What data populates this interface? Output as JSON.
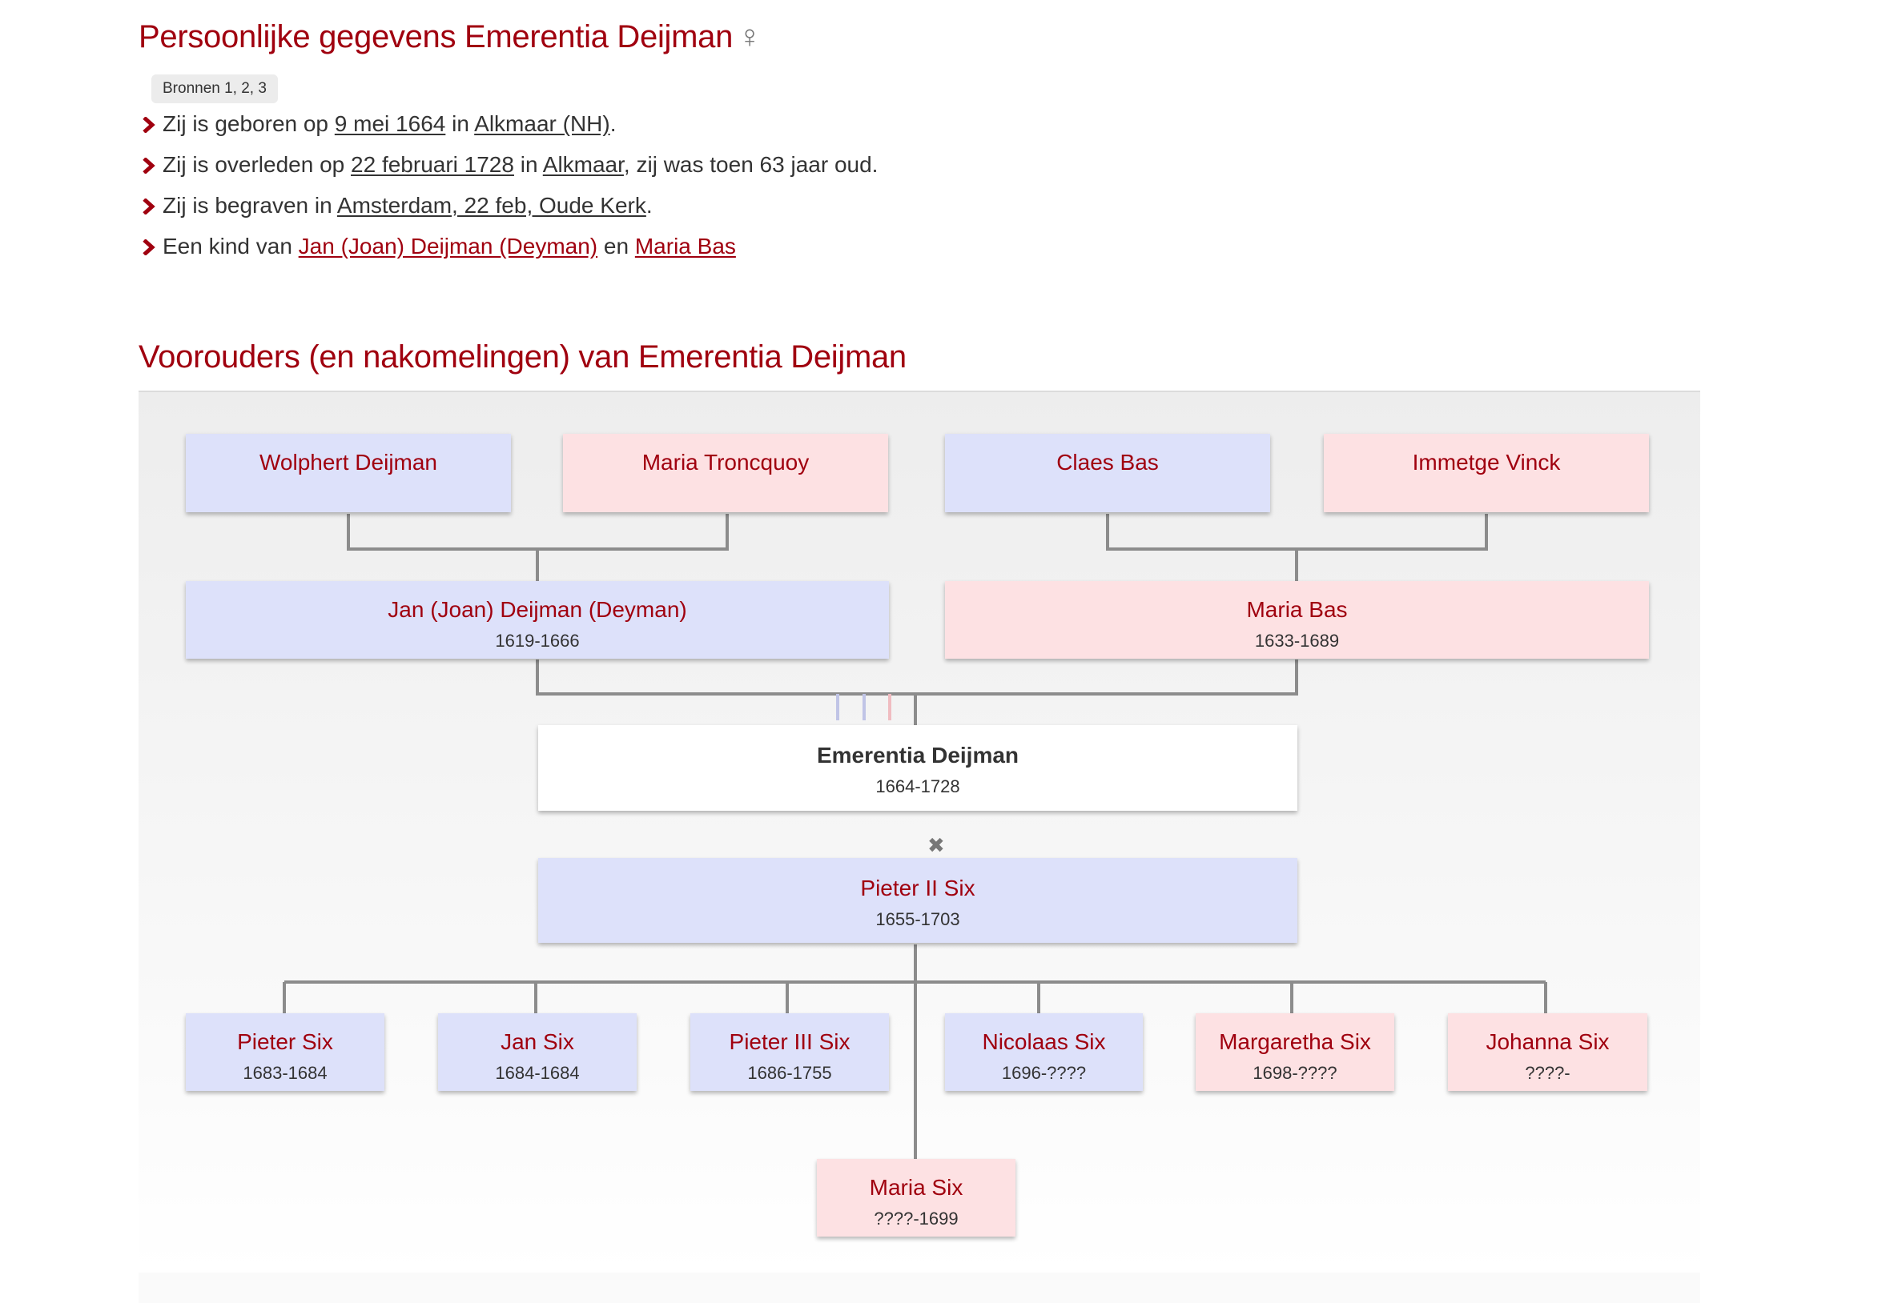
{
  "personal": {
    "title": "Persoonlijke gegevens Emerentia Deijman",
    "gender_symbol": "♀",
    "sources_badge": "Bronnen 1, 2, 3",
    "facts": [
      {
        "pre": "Zij is geboren op ",
        "link1": "9 mei 1664",
        "mid": " in ",
        "link2": "Alkmaar (NH)",
        "post": "."
      },
      {
        "pre": "Zij is overleden op ",
        "link1": "22 februari 1728",
        "mid": " in ",
        "link2": "Alkmaar",
        "post": ", zij was toen 63 jaar oud."
      },
      {
        "pre": "Zij is begraven in ",
        "link1": "Amsterdam, 22 feb, Oude Kerk",
        "post": "."
      },
      {
        "pre": "Een kind van ",
        "link1": "Jan (Joan) Deijman (Deyman)",
        "mid": " en ",
        "link2": "Maria Bas"
      }
    ]
  },
  "tree": {
    "title": "Voorouders (en nakomelingen) van Emerentia Deijman",
    "grandparents": [
      {
        "name": "Wolphert Deijman"
      },
      {
        "name": "Maria Troncquoy"
      },
      {
        "name": "Claes Bas"
      },
      {
        "name": "Immetge Vinck"
      }
    ],
    "parents": [
      {
        "name": "Jan (Joan) Deijman (Deyman)",
        "years": "1619-1666"
      },
      {
        "name": "Maria Bas",
        "years": "1633-1689"
      }
    ],
    "self": {
      "name": "Emerentia Deijman",
      "years": "1664-1728"
    },
    "marriage_symbol": "✖",
    "spouse": {
      "name": "Pieter II Six",
      "years": "1655-1703"
    },
    "children": [
      {
        "name": "Pieter Six",
        "years": "1683-1684"
      },
      {
        "name": "Jan Six",
        "years": "1684-1684"
      },
      {
        "name": "Pieter III Six",
        "years": "1686-1755"
      },
      {
        "name": "Nicolaas Six",
        "years": "1696-????"
      },
      {
        "name": "Margaretha Six",
        "years": "1698-????"
      },
      {
        "name": "Johanna Six",
        "years": "????-"
      },
      {
        "name": "Maria Six",
        "years": "????-1699"
      }
    ]
  },
  "colors": {
    "heading": "#a0000f",
    "male_box": "#dde1fa",
    "female_box": "#fde1e3",
    "connector": "#8c8c8c"
  }
}
